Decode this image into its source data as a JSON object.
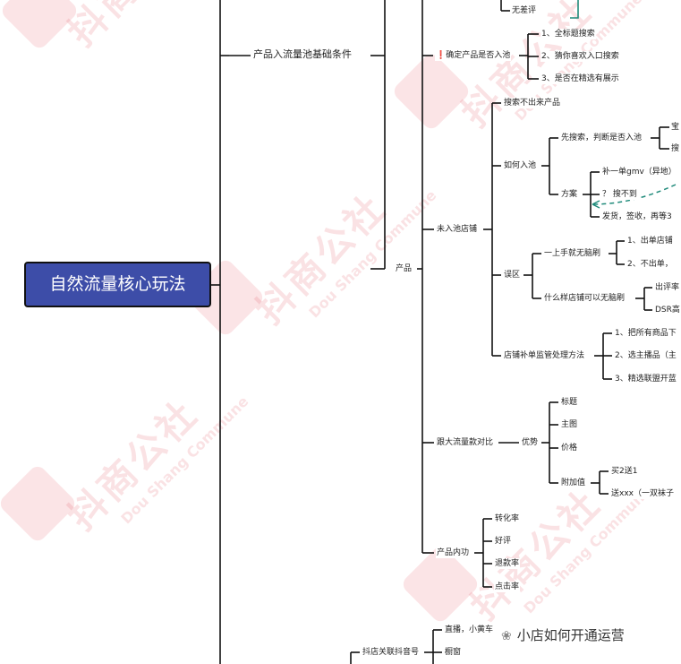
{
  "root": {
    "title": "自然流量核心玩法"
  },
  "watermark": {
    "brand": "抖商公社",
    "english": "Dou Shang Commune",
    "badge_text": "抖商公社"
  },
  "footer": {
    "account": "小店如何开通运营",
    "icon": "wechat-official-account-icon"
  },
  "nodes": {
    "wu_chaping": "无差评",
    "jichu_tiaojian": "产品入流量池基础条件",
    "queding_ruchi": "确定产品是否入池",
    "quanbiaoti": "1、全标题搜索",
    "cainixihuan": "2、猜你喜欢入口搜索",
    "jingxuan": "3、是否在精选有展示",
    "sousuo_buchu": "搜索不出来产品",
    "xian_sousuo": "先搜索，判断是否入池",
    "ruhe_ruchi": "如何入池",
    "fangan": "方案",
    "budan_gmv": "补一单gmv（异地）",
    "sou_budao": "？ 搜不到",
    "fahuo": "发货，签收，再等3",
    "chanpin": "产品",
    "weiruchi": "未入池店铺",
    "shang_shou": "一上手就无脑刷",
    "chudan": "1、出单店铺",
    "buchudan": "2、不出单，",
    "wuqu": "误区",
    "shenme_dianpu": "什么样店铺可以无脑刷",
    "chuping": "出评率",
    "dsr": "DSR高",
    "budan_jianguan": "店铺补单监管处理方法",
    "bashangpin": "1、把所有商品下",
    "xuanzhu": "2、选主播品（主",
    "jingxuan_lianmeng": "3、精选联盟开蓝",
    "biaoti": "标题",
    "zhutu": "主图",
    "jiage": "价格",
    "youshi": "优势",
    "fujiazhi": "附加值",
    "mai2song1": "买2送1",
    "songxxx": "送xxx（一双袜子",
    "genda": "跟大流量款对比",
    "zhuanhualv": "转化率",
    "haoping": "好评",
    "tuikuan": "退款率",
    "dianji": "点击率",
    "neigong": "产品内功",
    "zhibo": "直播，小黄车",
    "chuchuang": "橱窗",
    "guanlian": "抖店关联抖音号",
    "cut_a": "宝",
    "cut_b": "搜"
  }
}
